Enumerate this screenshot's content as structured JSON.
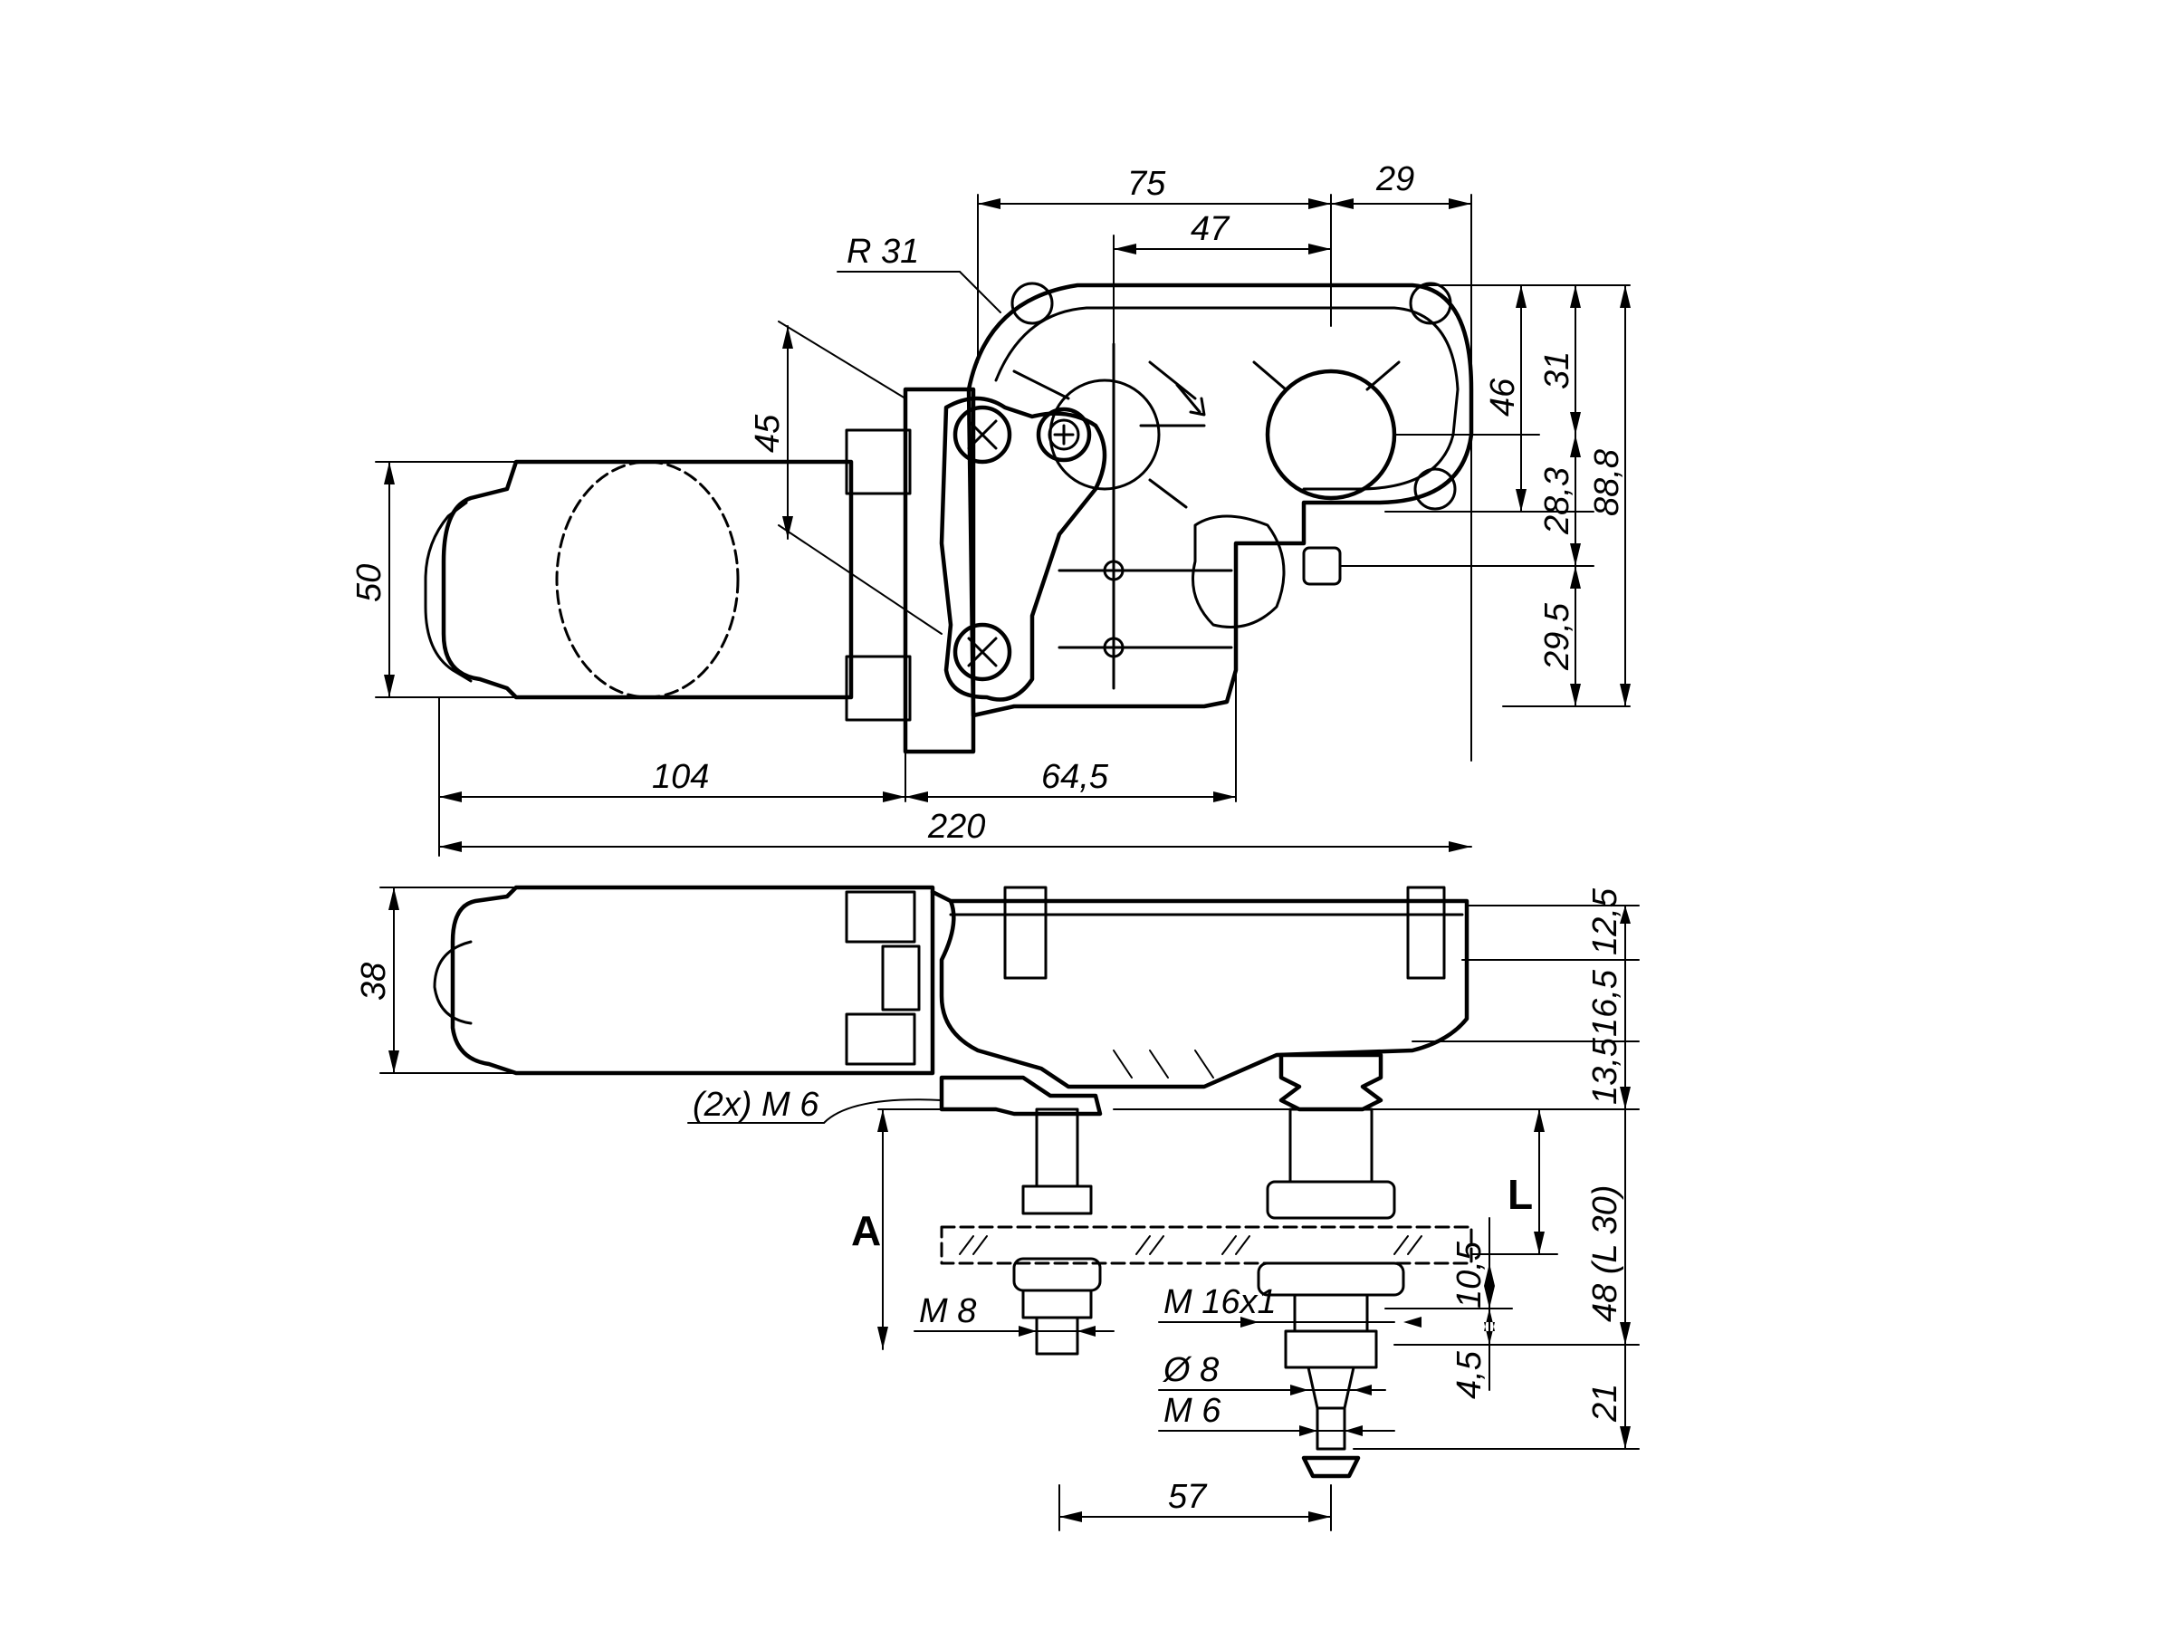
{
  "dimensions_top": {
    "d75": "75",
    "d29": "29",
    "d47": "47",
    "r31": "R 31",
    "d45": "45",
    "d50": "50",
    "d46": "46",
    "d31": "31",
    "d28_3": "28,3",
    "d88_8": "88,8",
    "d29_5": "29,5",
    "d104": "104",
    "d64_5": "64,5",
    "d220": "220"
  },
  "dimensions_side": {
    "d38": "38",
    "d12_5": "12,5",
    "d16_5": "16,5",
    "d13_5": "13,5",
    "m6_2x": "(2x) M 6",
    "a": "A",
    "l": "L",
    "l30": "48 (L 30)",
    "d10_5": "10,5",
    "m8": "M 8",
    "m16": "M 16x1",
    "d4_5": "4,5",
    "d21": "21",
    "dia8": "Ø 8",
    "m6": "M 6",
    "d57": "57"
  }
}
